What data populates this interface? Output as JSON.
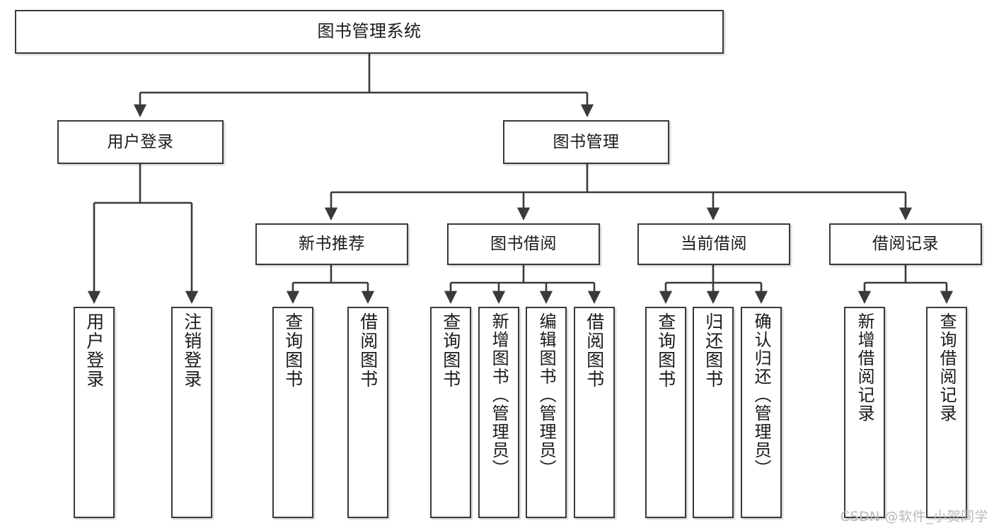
{
  "diagram": {
    "title": "图书管理系统",
    "type": "tree",
    "watermark": "CSDN @软件_小贺同学",
    "colors": {
      "box_border": "#3a3a3a",
      "box_fill": "#ffffff",
      "edge": "#3a3a3a",
      "text": "#1a1a1a",
      "watermark": "#b9b9b9"
    },
    "nodes": {
      "root": {
        "label": "图书管理系统"
      },
      "level1": [
        {
          "id": "user-login",
          "label": "用户登录"
        },
        {
          "id": "book-management",
          "label": "图书管理"
        }
      ],
      "level2": [
        {
          "id": "new-book-recommend",
          "label": "新书推荐"
        },
        {
          "id": "book-borrow",
          "label": "图书借阅"
        },
        {
          "id": "current-borrow",
          "label": "当前借阅"
        },
        {
          "id": "borrow-record",
          "label": "借阅记录"
        }
      ],
      "leaves": {
        "user-login": [
          {
            "id": "leaf-user-login",
            "label": "用户登录"
          },
          {
            "id": "leaf-logout-login",
            "label": "注销登录"
          }
        ],
        "new-book-recommend": [
          {
            "id": "leaf-query-book-1",
            "label": "查询图书"
          },
          {
            "id": "leaf-borrow-book-1",
            "label": "借阅图书"
          }
        ],
        "book-borrow": [
          {
            "id": "leaf-query-book-2",
            "label": "查询图书"
          },
          {
            "id": "leaf-add-book",
            "label": "新增图书（管理员）"
          },
          {
            "id": "leaf-edit-book",
            "label": "编辑图书（管理员）"
          },
          {
            "id": "leaf-borrow-book-2",
            "label": "借阅图书"
          }
        ],
        "current-borrow": [
          {
            "id": "leaf-query-book-3",
            "label": "查询图书"
          },
          {
            "id": "leaf-return-book",
            "label": "归还图书"
          },
          {
            "id": "leaf-confirm-return",
            "label": "确认归还（管理员）"
          }
        ],
        "borrow-record": [
          {
            "id": "leaf-add-record",
            "label": "新增借阅记录"
          },
          {
            "id": "leaf-query-record",
            "label": "查询借阅记录"
          }
        ]
      }
    }
  }
}
